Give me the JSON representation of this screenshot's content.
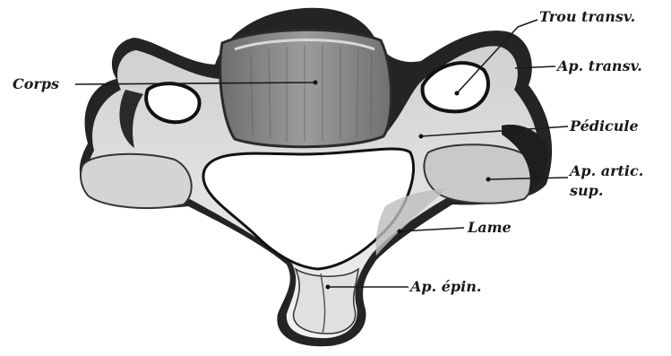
{
  "labels": {
    "corps": "Corps",
    "trou_transv": "Trou transv.",
    "ap_transv": "Ap. transv.",
    "pedicule": "Pédicule",
    "ap_artic_sup_1": "Ap. artic.",
    "ap_artic_sup_2": "sup.",
    "lame": "Lame",
    "ap_epin": "Ap. épin."
  },
  "colors": {
    "bone_light": "#e6e6e6",
    "bone_mid": "#b5b5b5",
    "bone_dark": "#2a2a2a",
    "body_surface": "#8c8c8c",
    "background": "#ffffff"
  }
}
